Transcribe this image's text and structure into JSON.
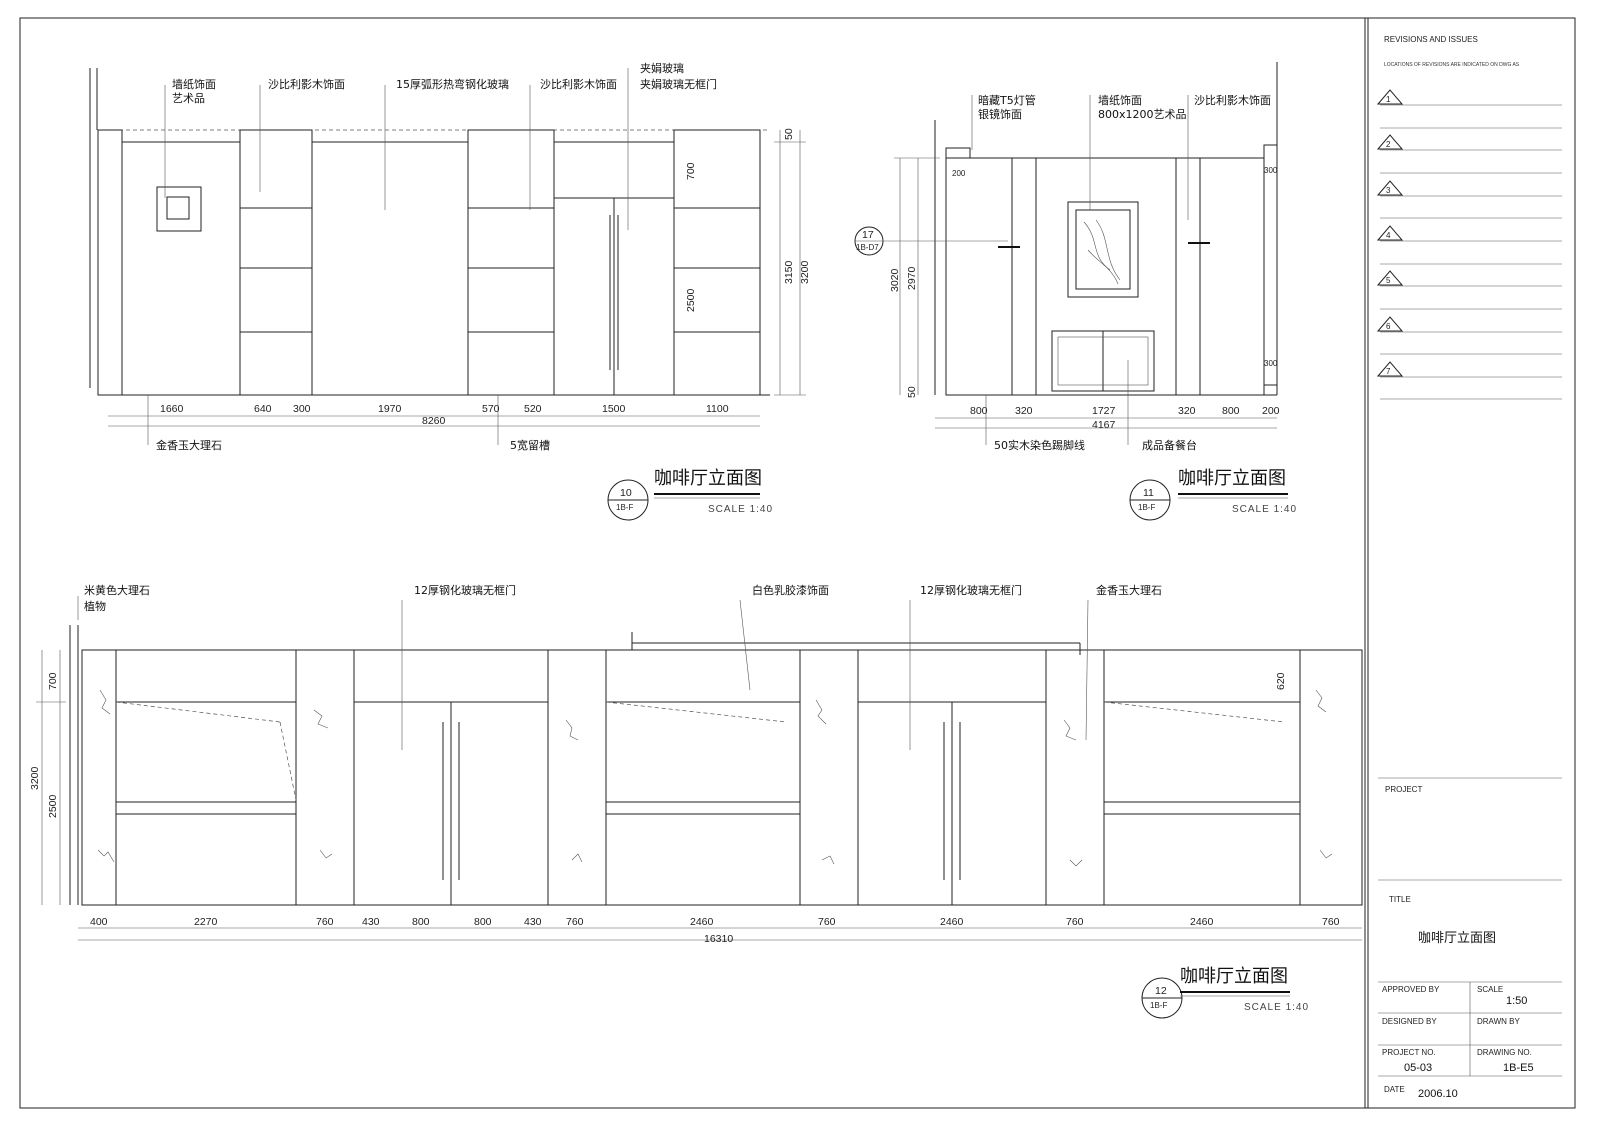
{
  "colors": {
    "line": "#222222",
    "background": "#ffffff"
  },
  "elevation10": {
    "labels_top": [
      "墙纸饰面",
      "艺术品",
      "沙比利影木饰面",
      "15厚弧形热弯钢化玻璃",
      "沙比利影木饰面",
      "夹娟玻璃",
      "夹娟玻璃无框门"
    ],
    "labels_bottom": [
      "金香玉大理石",
      "5宽留槽"
    ],
    "dims_bottom": [
      "1660",
      "640",
      "300",
      "1970",
      "570",
      "520",
      "1500",
      "1100"
    ],
    "total": "8260",
    "dims_right": [
      "50",
      "3150",
      "3200"
    ],
    "dims_inner": [
      "700",
      "2500"
    ],
    "title": "咖啡厅立面图",
    "num": "10",
    "ref": "1B-F",
    "scale": "SCALE  1:40"
  },
  "elevation11": {
    "labels_top": [
      "暗藏T5灯管",
      "银镜饰面",
      "墙纸饰面",
      "800x1200艺术品",
      "沙比利影木饰面"
    ],
    "labels_bottom": [
      "50实木染色踢脚线",
      "成品备餐台"
    ],
    "dims_bottom": [
      "800",
      "320",
      "1727",
      "320",
      "800",
      "200"
    ],
    "total": "4167",
    "dims_left": [
      "3020",
      "2970",
      "50"
    ],
    "dims_inner": [
      "200",
      "300",
      "300"
    ],
    "callout_num": "17",
    "callout_ref": "1B-D7",
    "title": "咖啡厅立面图",
    "num": "11",
    "ref": "1B-F",
    "scale": "SCALE  1:40"
  },
  "elevation12": {
    "labels_top": [
      "米黄色大理石",
      "植物",
      "12厚钢化玻璃无框门",
      "白色乳胶漆饰面",
      "12厚钢化玻璃无框门",
      "金香玉大理石"
    ],
    "dims_bottom": [
      "400",
      "2270",
      "760",
      "430",
      "800",
      "800",
      "430",
      "760",
      "2460",
      "760",
      "2460",
      "760",
      "2460",
      "760"
    ],
    "total": "16310",
    "dims_left": [
      "3200",
      "700",
      "2500"
    ],
    "dims_inner": [
      "620"
    ],
    "title": "咖啡厅立面图",
    "num": "12",
    "ref": "1B-F",
    "scale": "SCALE  1:40"
  },
  "titleblock": {
    "revisions_heading": "REVISIONS AND ISSUES",
    "revisions_note": "LOCATIONS OF REVISIONS ARE INDICATED ON DWG AS",
    "revision_marks": [
      "1",
      "2",
      "3",
      "4",
      "5",
      "6",
      "7"
    ],
    "project_label": "PROJECT",
    "title_label": "TITLE",
    "title_value": "咖啡厅立面图",
    "approved_by_label": "APPROVED BY",
    "scale_label": "SCALE",
    "scale_value": "1:50",
    "designed_by_label": "DESIGNED BY",
    "drawn_by_label": "DRAWN BY",
    "project_no_label": "PROJECT NO.",
    "project_no_value": "05-03",
    "drawing_no_label": "DRAWING NO.",
    "drawing_no_value": "1B-E5",
    "date_label": "DATE",
    "date_value": "2006.10"
  }
}
